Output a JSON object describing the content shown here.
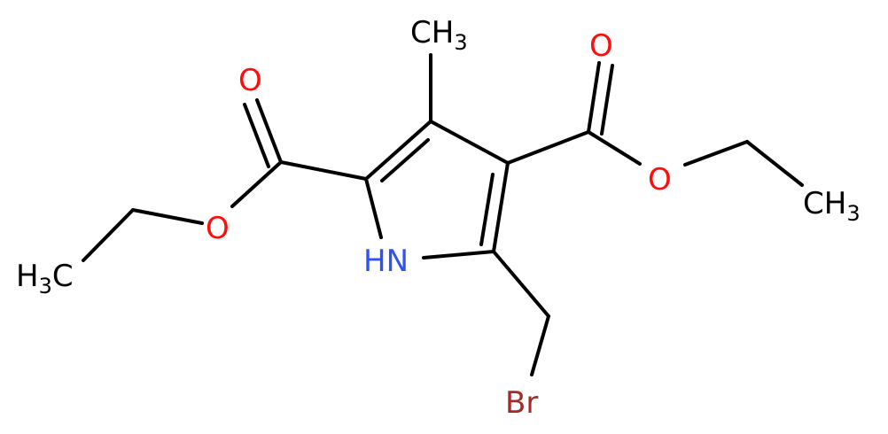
{
  "colors": {
    "bond": "#000000",
    "carbon": "#000000",
    "oxygen": "#ff0d0d",
    "nitrogen": "#3050f8",
    "bromine": "#a62929"
  },
  "labels": {
    "methyl_top": {
      "main": "CH",
      "sub": "3"
    },
    "ethyl_left_ch3": {
      "main": "H",
      "sub": "3",
      "tail": "C"
    },
    "ethyl_right_ch3": {
      "main": "CH",
      "sub": "3"
    },
    "carbonyl_o_left": "O",
    "ester_o_left": "O",
    "carbonyl_o_right": "O",
    "ester_o_right": "O",
    "ring_nh": "HN",
    "bromine": "Br"
  }
}
